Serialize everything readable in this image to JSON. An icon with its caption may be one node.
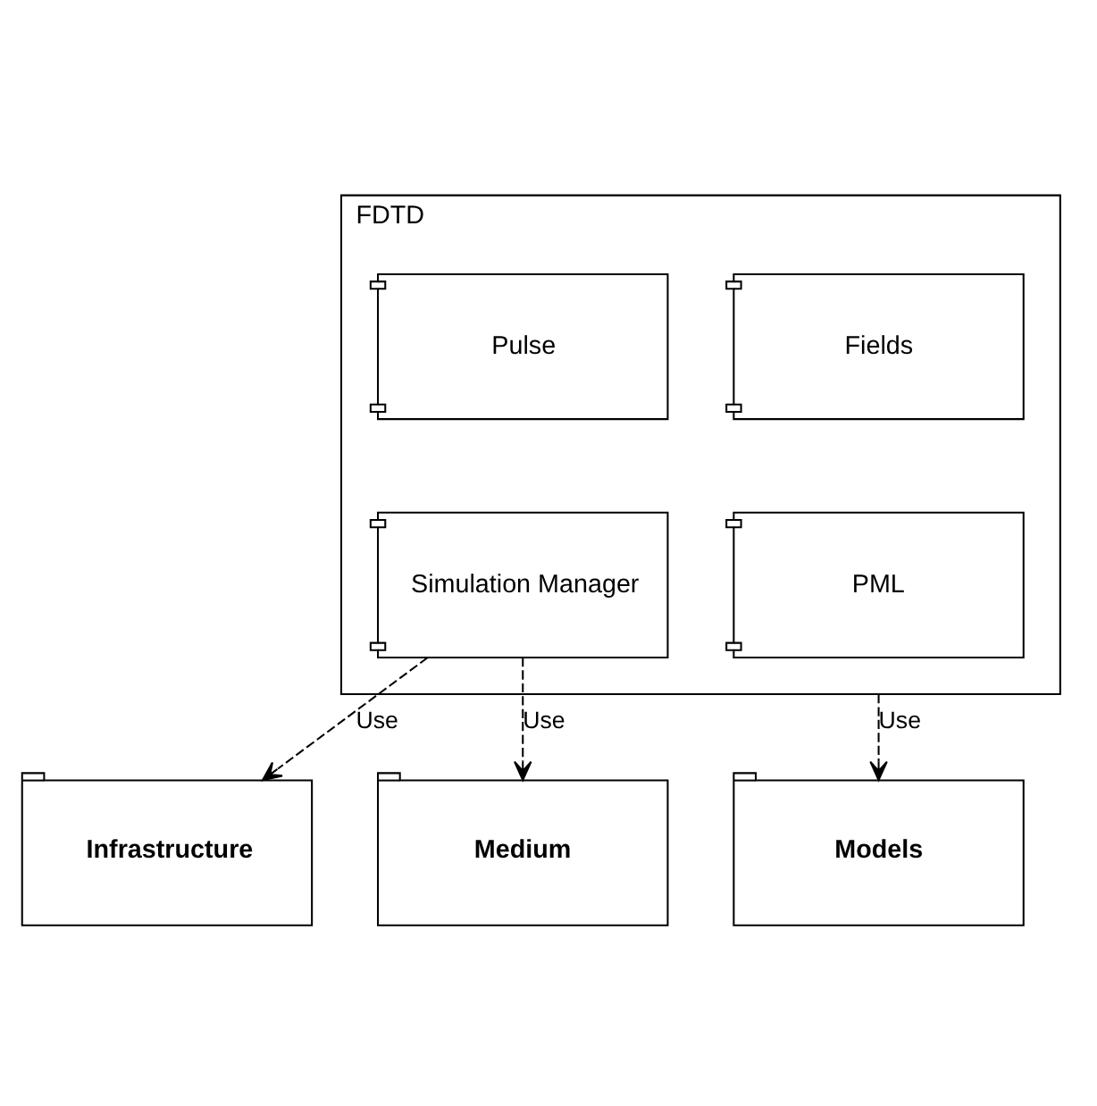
{
  "diagram": {
    "nodes": [
      {
        "text": [
          "FDTD"
        ]
      },
      {
        "text": [
          "Pulse"
        ],
        "in": 0
      },
      {
        "text": [
          "Fields"
        ],
        "in": 0
      },
      {
        "text": [
          "Simulation Manager"
        ],
        "in": 0
      },
      {
        "text": [
          "PML"
        ],
        "in": 0
      },
      {
        "text": [
          "Infrastructure"
        ]
      },
      {
        "text": [
          "Medium"
        ]
      },
      {
        "text": [
          "Models"
        ]
      }
    ],
    "edges": [
      {
        "from": 3,
        "to": 5,
        "arrow": "to",
        "label": "Use",
        "style": "dashed"
      },
      {
        "from": 3,
        "to": 6,
        "arrow": "to",
        "label": "Use",
        "style": "dashed"
      },
      {
        "from": 0,
        "to": 7,
        "arrow": "to",
        "label": "Use",
        "style": "dashed"
      }
    ]
  }
}
